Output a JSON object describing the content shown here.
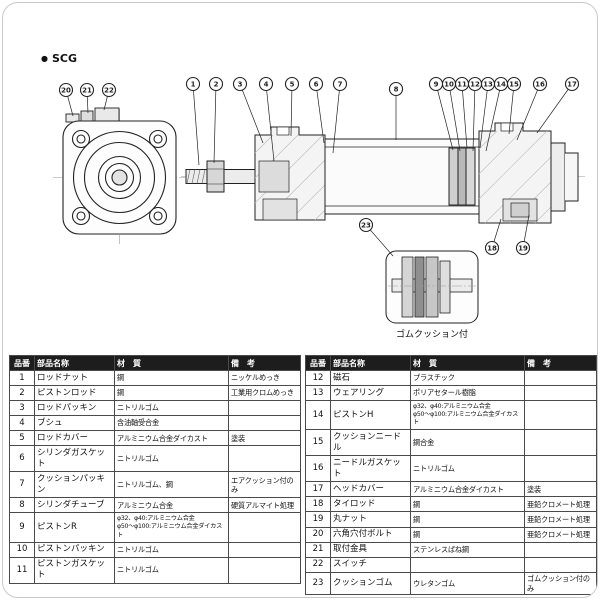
{
  "page": {
    "model": "SCG",
    "bullet": "●"
  },
  "diagram": {
    "detail_caption": "ゴムクッション付"
  },
  "colors": {
    "line": "#222222",
    "table_header_bg": "#1d1d1d",
    "table_header_text": "#ffffff"
  },
  "callouts": {
    "front_view": [
      "20",
      "21",
      "22"
    ],
    "rod_side": [
      "1",
      "2",
      "3",
      "4",
      "5",
      "6",
      "7"
    ],
    "tube": [
      "8"
    ],
    "head_side": [
      "9",
      "10",
      "11",
      "12",
      "13",
      "14",
      "15",
      "16",
      "17"
    ],
    "tie_rod": [
      "18",
      "19"
    ],
    "detail": [
      "23"
    ]
  },
  "parts_table": {
    "headers": [
      "品番",
      "部品名称",
      "材　質",
      "備　考"
    ],
    "column_keys": [
      "part-number",
      "part-name",
      "material",
      "remarks"
    ],
    "left_rows": [
      [
        "1",
        "ロッドナット",
        "鋼",
        "ニッケルめっき"
      ],
      [
        "2",
        "ピストンロッド",
        "鋼",
        "工業用クロムめっき"
      ],
      [
        "3",
        "ロッドパッキン",
        "ニトリルゴム",
        ""
      ],
      [
        "4",
        "ブシュ",
        "含油軸受合金",
        ""
      ],
      [
        "5",
        "ロッドカバー",
        "アルミニウム合金ダイカスト",
        "塗装"
      ],
      [
        "6",
        "シリンダガスケット",
        "ニトリルゴム",
        ""
      ],
      [
        "7",
        "クッションパッキン",
        "ニトリルゴム、鋼",
        "エアクッション付のみ"
      ],
      [
        "8",
        "シリンダチューブ",
        "アルミニウム合金",
        "硬質アルマイト処理"
      ],
      [
        "9",
        "ピストンR",
        "φ32、φ40:アルミニウム合金\nφ50〜φ100:アルミニウム合金ダイカスト",
        ""
      ],
      [
        "10",
        "ピストンパッキン",
        "ニトリルゴム",
        ""
      ],
      [
        "11",
        "ピストンガスケット",
        "ニトリルゴム",
        ""
      ]
    ],
    "right_rows": [
      [
        "12",
        "磁石",
        "プラスチック",
        ""
      ],
      [
        "13",
        "ウェアリング",
        "ポリアセタール樹脂",
        ""
      ],
      [
        "14",
        "ピストンH",
        "φ32、φ40:アルミニウム合金\nφ50〜φ100:アルミニウム合金ダイカスト",
        ""
      ],
      [
        "15",
        "クッションニードル",
        "鋼合金",
        ""
      ],
      [
        "16",
        "ニードルガスケット",
        "ニトリルゴム",
        ""
      ],
      [
        "17",
        "ヘッドカバー",
        "アルミニウム合金ダイカスト",
        "塗装"
      ],
      [
        "18",
        "タイロッド",
        "鋼",
        "亜鉛クロメート処理"
      ],
      [
        "19",
        "丸ナット",
        "鋼",
        "亜鉛クロメート処理"
      ],
      [
        "20",
        "六角穴付ボルト",
        "鋼",
        "亜鉛クロメート処理"
      ],
      [
        "21",
        "取付金具",
        "ステンレスばね鋼",
        ""
      ],
      [
        "22",
        "スイッチ",
        "",
        ""
      ],
      [
        "23",
        "クッションゴム",
        "ウレタンゴム",
        "ゴムクッション付のみ"
      ]
    ]
  }
}
